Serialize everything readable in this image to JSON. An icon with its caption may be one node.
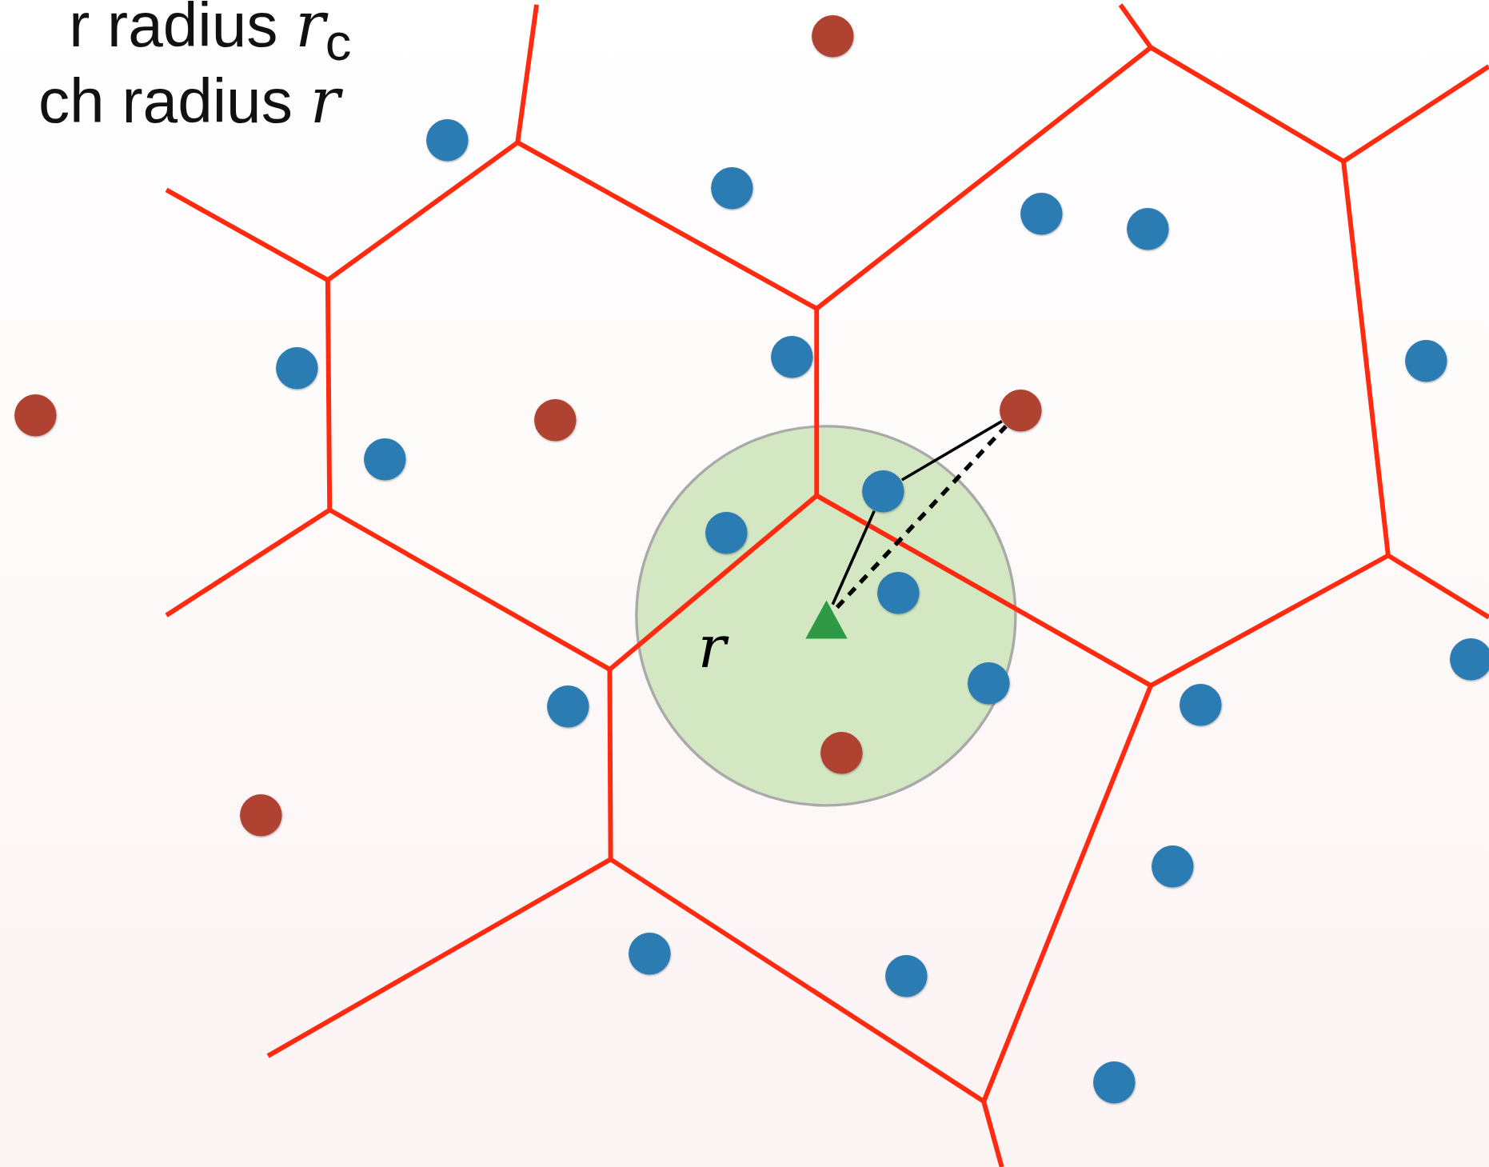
{
  "diagram": {
    "nodes": [
      {
        "text": [
          "r"
        ]
      },
      {
        "text": [],
        "shape": "circle"
      },
      {
        "text": [],
        "shape": "circle"
      },
      {
        "text": [],
        "shape": "circle"
      },
      {
        "text": [],
        "shape": "circle"
      },
      {
        "text": [],
        "shape": "circle"
      },
      {
        "text": [],
        "shape": "circle"
      },
      {
        "text": [],
        "shape": "circle"
      },
      {
        "text": [],
        "shape": "circle"
      },
      {
        "text": [],
        "shape": "circle"
      },
      {
        "text": [],
        "shape": "circle"
      },
      {
        "text": [],
        "shape": "circle"
      },
      {
        "text": [],
        "shape": "circle"
      },
      {
        "text": [],
        "shape": "circle",
        "in": 0
      },
      {
        "text": [],
        "shape": "circle",
        "in": 0
      },
      {
        "text": [],
        "shape": "circle",
        "in": 0
      },
      {
        "text": [],
        "shape": "triangle",
        "in": 0
      },
      {
        "text": [],
        "shape": "circle"
      },
      {
        "text": [],
        "shape": "circle",
        "in": 0
      },
      {
        "text": [],
        "shape": "circle"
      },
      {
        "text": [],
        "shape": "circle"
      },
      {
        "text": [],
        "shape": "circle",
        "in": 0
      },
      {
        "text": [],
        "shape": "circle"
      },
      {
        "text": [],
        "shape": "circle"
      },
      {
        "text": [],
        "shape": "circle"
      },
      {
        "text": [],
        "shape": "circle"
      },
      {
        "text": [],
        "shape": "circle"
      }
    ],
    "edges": [
      {
        "from": 16,
        "to": 13,
        "arrow": "none"
      },
      {
        "from": 13,
        "to": 11,
        "arrow": "none"
      },
      {
        "from": 16,
        "to": 11,
        "arrow": "none",
        "style": "dashed"
      }
    ],
    "labels": [
      "r radius *r*$_{c}$",
      "ch radius *r*"
    ]
  }
}
